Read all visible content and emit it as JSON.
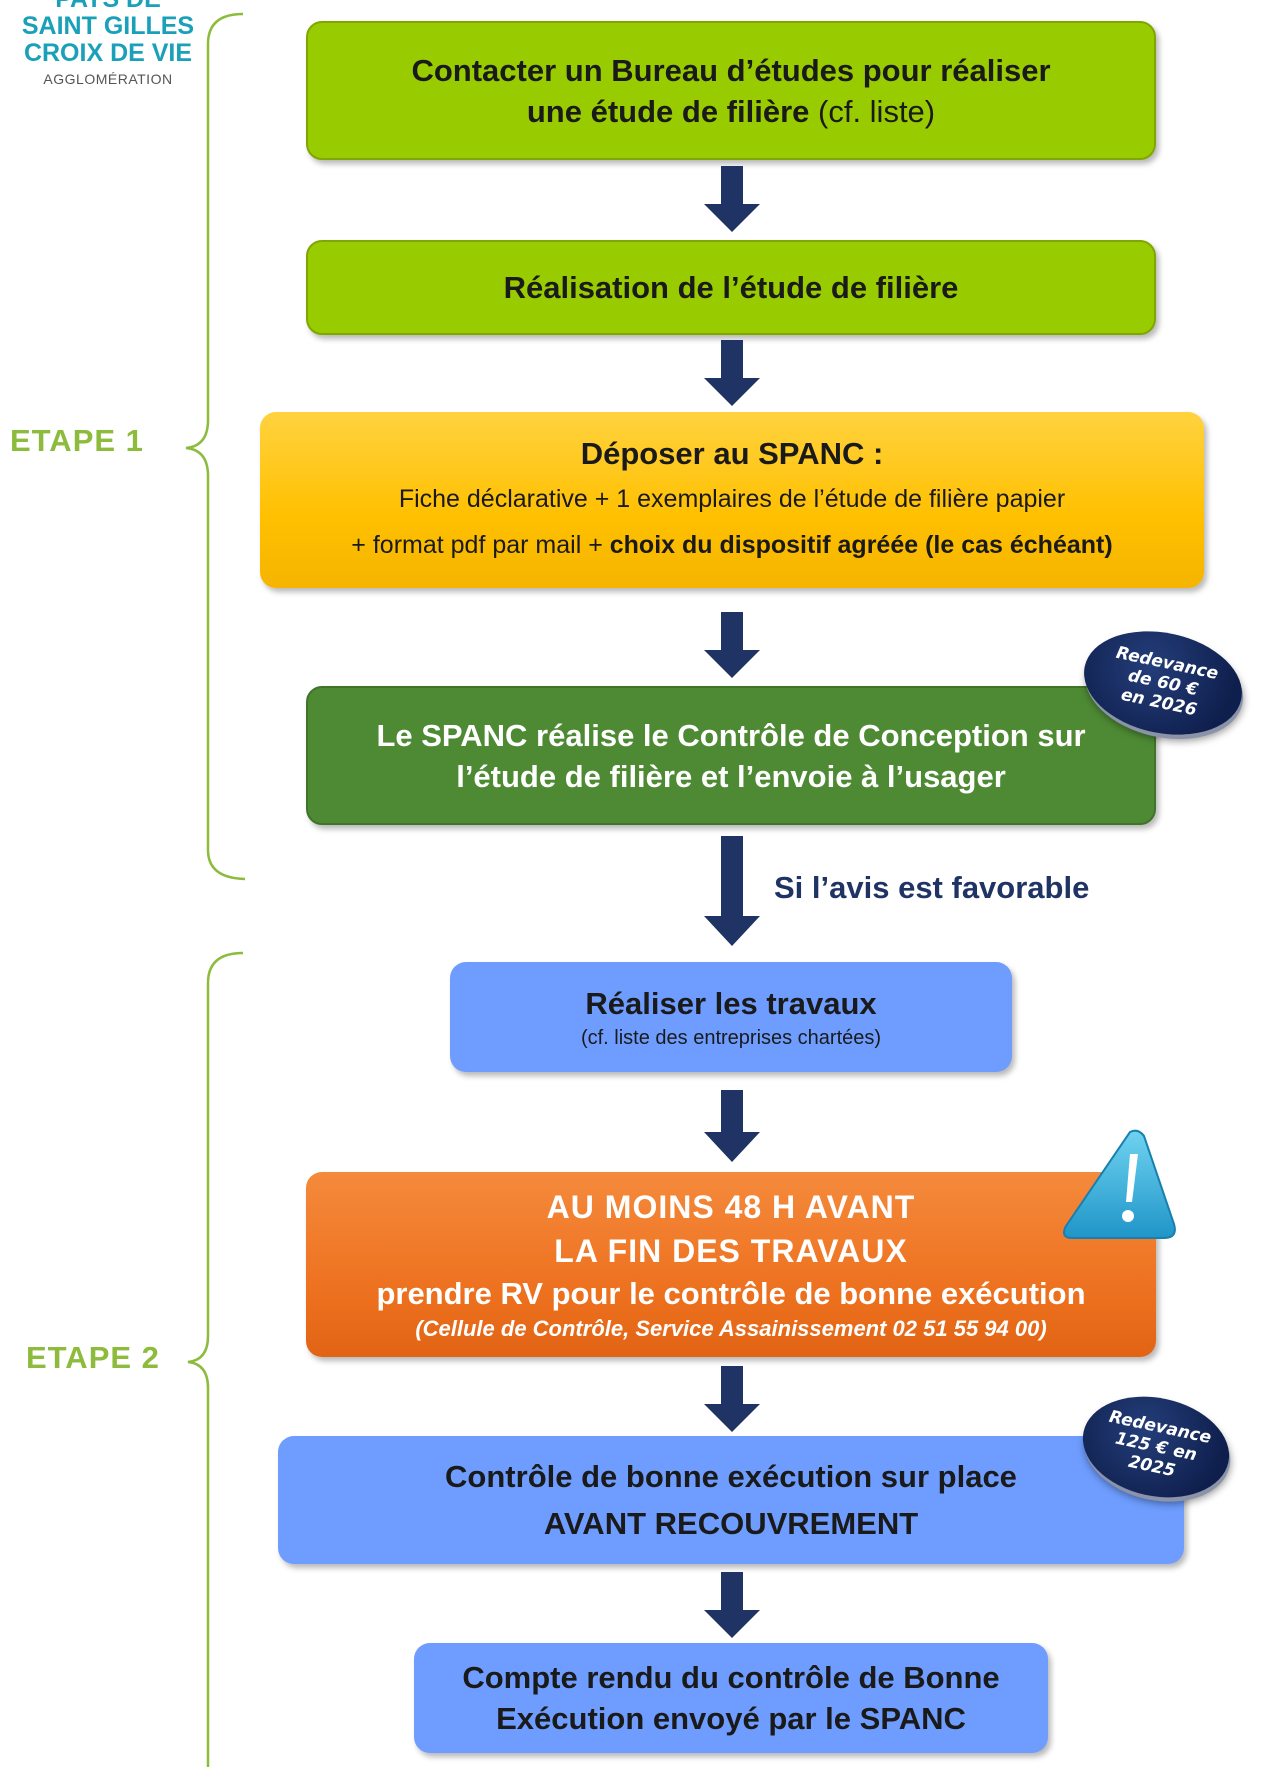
{
  "logo": {
    "line1": "PAYS DE",
    "line2": "SAINT GILLES",
    "line3": "CROIX DE VIE",
    "line4": "AGGLOMÉRATION"
  },
  "steps": {
    "etape1": "ETAPE 1",
    "etape2": "ETAPE 2"
  },
  "boxes": {
    "contact": {
      "line1": "Contacter un Bureau d’études pour réaliser",
      "line2_bold": "une étude de filière",
      "line2_normal": " (cf. liste)"
    },
    "realisation": {
      "text": "Réalisation de l’étude de filière"
    },
    "deposer": {
      "title": "Déposer au SPANC :",
      "line1": "Fiche déclarative + 1 exemplaires de l’étude de filière papier",
      "line2_normal": "+ format pdf par mail + ",
      "line2_bold": "choix du dispositif agréée (le cas échéant)"
    },
    "controle_conception": {
      "line1": "Le SPANC réalise le Contrôle de Conception sur",
      "line2": "l’étude de filière et l’envoie à l’usager"
    },
    "travaux": {
      "title": "Réaliser les travaux",
      "sub": "(cf. liste des entreprises chartées)"
    },
    "avant_fin": {
      "line1": "AU MOINS 48 H AVANT",
      "line2": "LA FIN DES TRAVAUX",
      "line3": "prendre RV pour le contrôle de bonne exécution",
      "line4": "(Cellule de Contrôle, Service Assainissement 02 51 55 94 00)"
    },
    "controle_execution": {
      "line1": "Contrôle de bonne exécution sur place",
      "line2": "AVANT RECOUVREMENT"
    },
    "compte_rendu": {
      "line1": "Compte rendu du contrôle de Bonne",
      "line2": "Exécution envoyé par le SPANC"
    }
  },
  "favorable_label": "Si l’avis est favorable",
  "badges": {
    "badge1": {
      "line1": "Redevance",
      "line2": "de 60 €",
      "line3": "en 2026"
    },
    "badge2": {
      "line1": "Redevance",
      "line2": "125 € en",
      "line3": "2025"
    }
  },
  "colors": {
    "green": "#99cc00",
    "dark_green": "#4e8a34",
    "yellow": "#ffc000",
    "blue": "#6e9dff",
    "orange": "#ec6f1d",
    "navy": "#1f3464",
    "step_label": "#8dbb3c"
  }
}
